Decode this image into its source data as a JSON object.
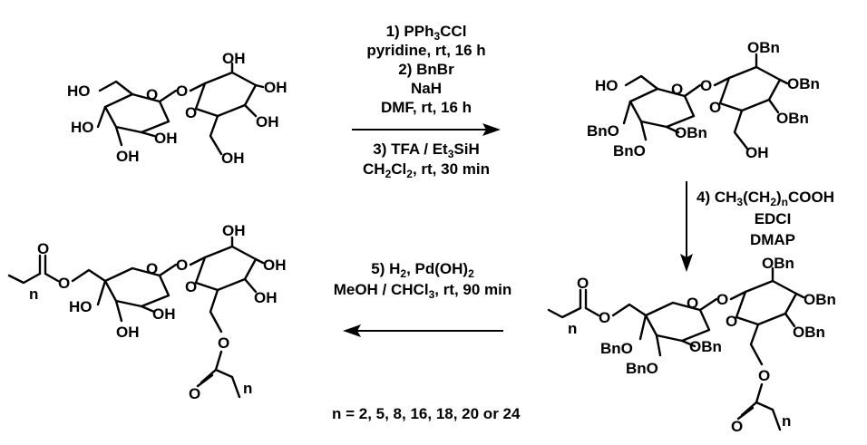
{
  "step1": {
    "line1": "1) PPh",
    "line1_sub": "3",
    "line1_end": "CCl",
    "line2": "pyridine, rt, 16 h",
    "line3": "2) BnBr",
    "line4": "NaH",
    "line5": "DMF, rt, 16 h",
    "line6_a": "3) TFA / Et",
    "line6_sub": "3",
    "line6_b": "SiH",
    "line7_a": "CH",
    "line7_sub1": "2",
    "line7_b": "Cl",
    "line7_sub2": "2",
    "line7_c": ", rt, 30 min"
  },
  "step4": {
    "line1_a": "4) CH",
    "line1_sub1": "3",
    "line1_b": "(CH",
    "line1_sub2": "2",
    "line1_c": ")",
    "line1_sub3": "n",
    "line1_d": "COOH",
    "line2": "EDCI",
    "line3": "DMAP"
  },
  "step5": {
    "line1_a": "5) H",
    "line1_sub1": "2",
    "line1_b": ", Pd(OH)",
    "line1_sub2": "2",
    "line2_a": "MeOH / CHCl",
    "line2_sub": "3",
    "line2_b": ", rt, 90 min"
  },
  "n_values": "n = 2, 5, 8, 16, 18, 20 or 24",
  "atoms": {
    "ho": "HO",
    "oh": "OH",
    "o": "O",
    "bno": "BnO",
    "obn": "OBn",
    "n": "n"
  }
}
